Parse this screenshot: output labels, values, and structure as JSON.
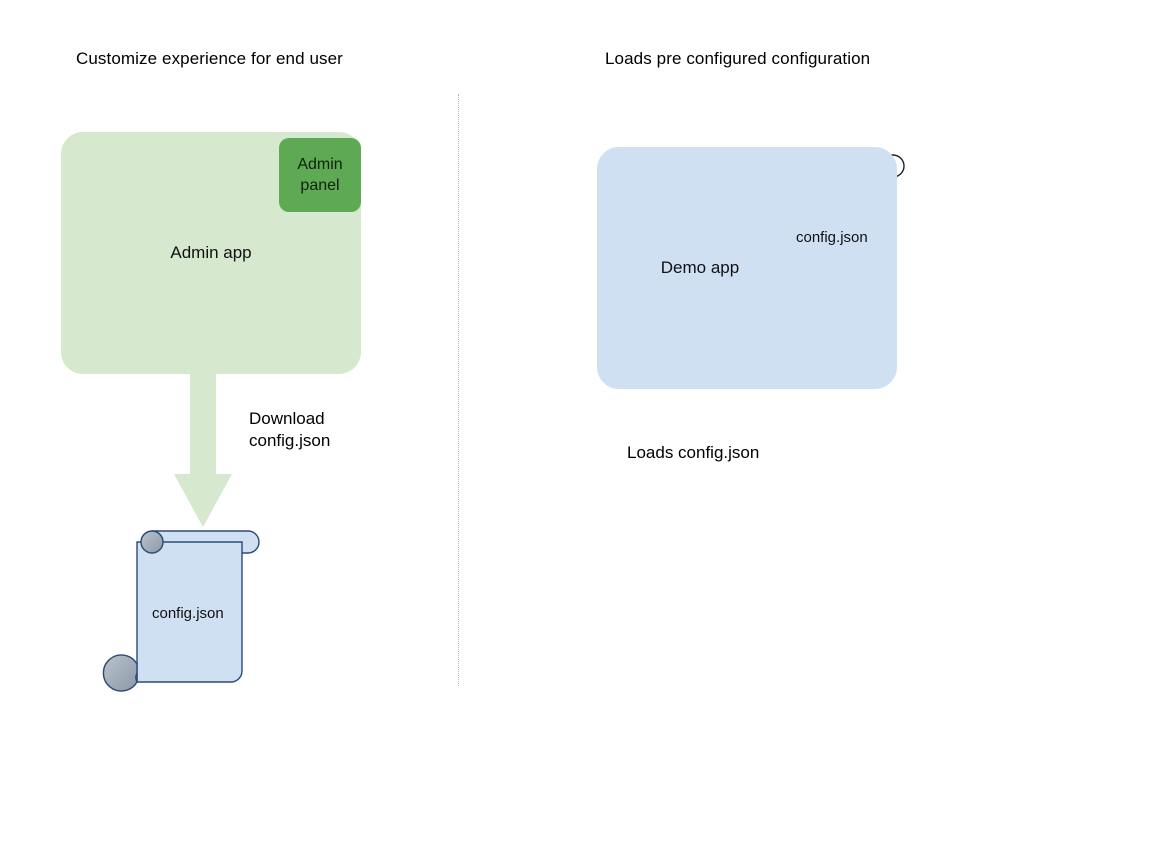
{
  "diagram": {
    "title_left": "Customize experience for end user",
    "title_right": "Loads pre configured configuration",
    "divider": "vertical-dotted-divider",
    "left_flow": {
      "app_box": {
        "label": "Admin app",
        "color": "#d6e8cd"
      },
      "panel_box": {
        "label": "Admin panel",
        "label_line1": "Admin",
        "label_line2": "panel",
        "color": "#5ea953"
      },
      "arrow": {
        "label": "Download\nconfig.json",
        "label_line1": "Download",
        "label_line2": "config.json",
        "color": "#d6e8cd",
        "direction": "down"
      },
      "document": {
        "label": "config.json",
        "fill": "#cfe0f3",
        "stroke": "#2c4a77",
        "curl_fill": "#9aa7b5"
      }
    },
    "right_flow": {
      "app_box": {
        "label": "Demo app",
        "color": "#cfe0f3"
      },
      "document": {
        "label": "config.json",
        "fill": "transparent",
        "stroke": "#1a2230",
        "curl_fill": "#9aa7b5"
      },
      "caption": "Loads config.json"
    }
  }
}
